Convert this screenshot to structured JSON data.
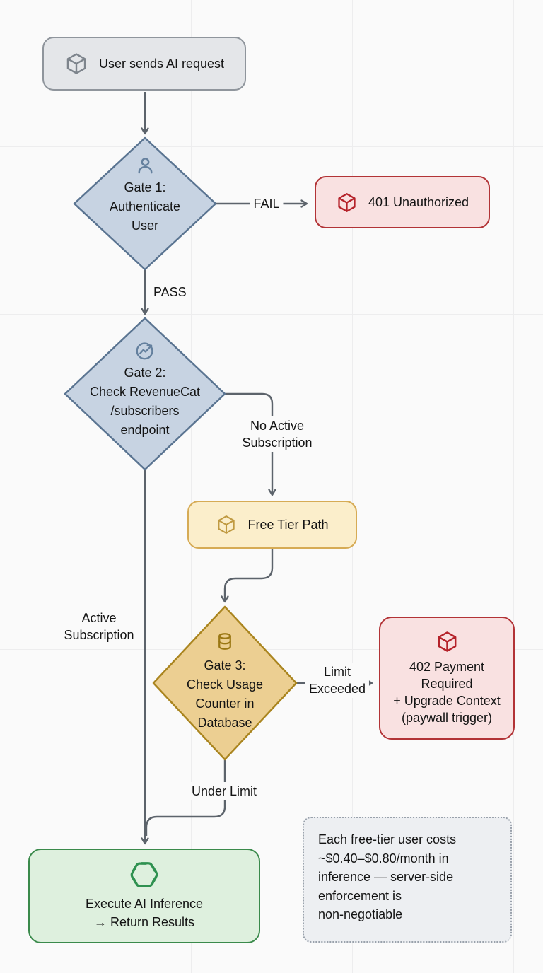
{
  "diagram_title": "AI request gating flowchart",
  "colors": {
    "background": "#fafafa",
    "edge": "#5c636b",
    "gray_node_fill": "#e4e6e9",
    "gray_node_border": "#8f959c",
    "blue_diamond_fill": "#c7d3e2",
    "blue_diamond_border": "#5a7491",
    "red_node_fill": "#f9e1e1",
    "red_node_border": "#b23336",
    "yellow_node_fill": "#fbeecb",
    "yellow_node_border": "#d6ab55",
    "gold_diamond_fill": "#eccf92",
    "gold_diamond_border": "#aa851f",
    "green_node_fill": "#def0de",
    "green_node_border": "#3a8a4b",
    "note_fill": "#edeff2",
    "note_border": "#99a1ab",
    "openai_green": "#2f9150"
  },
  "nodes": {
    "start": {
      "label": "User sends AI request",
      "icon": "package-icon"
    },
    "gate1": {
      "lines": [
        "Gate 1:",
        "Authenticate",
        "User"
      ],
      "icon": "user-icon"
    },
    "unauthorized": {
      "label": "401 Unauthorized",
      "icon": "package-icon"
    },
    "gate2": {
      "lines": [
        "Gate 2:",
        "Check RevenueCat",
        "/subscribers",
        "endpoint"
      ],
      "icon": "trend-chart-icon"
    },
    "free_tier": {
      "label": "Free Tier Path",
      "icon": "package-icon"
    },
    "gate3": {
      "lines": [
        "Gate 3:",
        "Check Usage",
        "Counter in",
        "Database"
      ],
      "icon": "database-icon"
    },
    "payment_required": {
      "lines": [
        "402 Payment",
        "Required",
        "+ Upgrade Context",
        "(paywall trigger)"
      ],
      "icon": "package-icon"
    },
    "execute": {
      "lines": [
        "Execute AI Inference",
        "→ Return Results"
      ],
      "icon": "openai-icon"
    },
    "note": {
      "lines": [
        "Each free-tier user costs",
        "~$0.40–$0.80/month in",
        "inference — server-side",
        "enforcement is",
        "non-negotiable"
      ]
    }
  },
  "edge_labels": {
    "fail": "FAIL",
    "pass": "PASS",
    "no_active": [
      "No Active",
      "Subscription"
    ],
    "active": [
      "Active",
      "Subscription"
    ],
    "limit_exceeded": [
      "Limit",
      "Exceeded"
    ],
    "under_limit": "Under Limit"
  }
}
